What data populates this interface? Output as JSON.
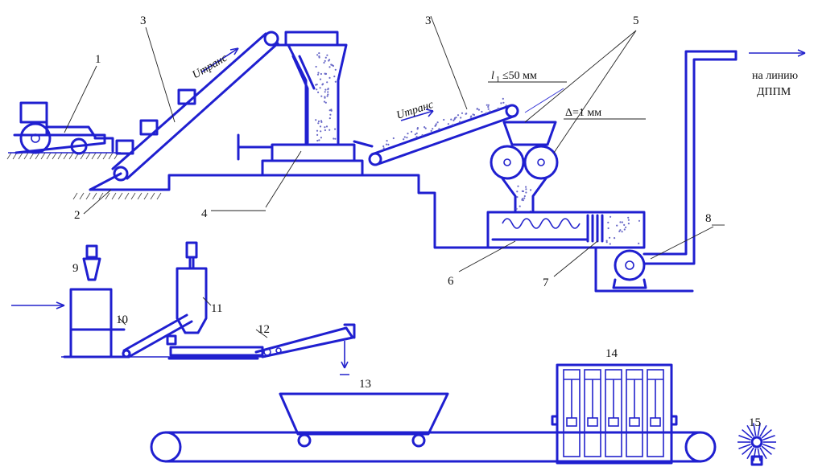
{
  "callouts": [
    "1",
    "2",
    "3",
    "3",
    "4",
    "5",
    "6",
    "7",
    "8",
    "9",
    "10",
    "11",
    "12",
    "13",
    "14",
    "15"
  ],
  "labels": {
    "velocity_1": "Uтранс",
    "velocity_2": "Uтранс",
    "particle_size": "l",
    "particle_size_sub": "1",
    "particle_size_rest": "≤50 мм",
    "gap": "Δ=1 мм",
    "destination_line1": "на линию",
    "destination_line2": "ДППМ"
  },
  "colors": {
    "equipment": "#1f1fd0",
    "text": "#111111"
  }
}
